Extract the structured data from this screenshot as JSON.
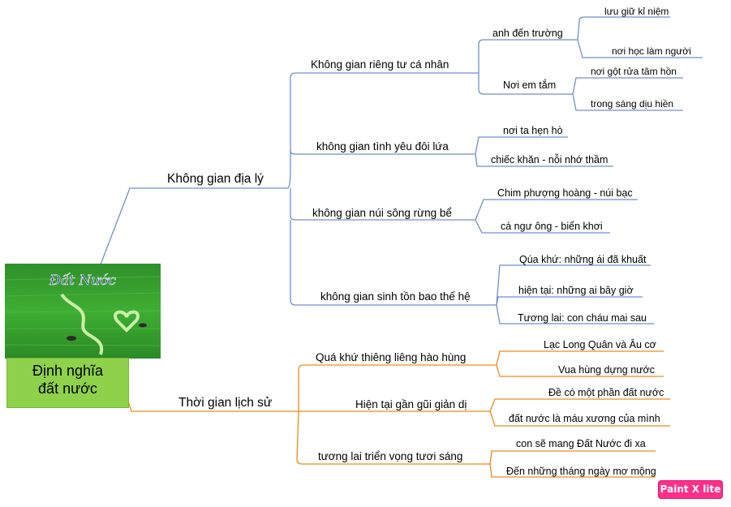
{
  "central": {
    "photo_caption": "Đất Nước",
    "title_line1": "Định nghĩa",
    "title_line2": "đất nước"
  },
  "branches": {
    "space": {
      "label": "Không gian địa lý",
      "children": [
        {
          "label": "Không gian riêng tư cá nhân",
          "children": [
            {
              "label": "anh đến trường",
              "children": [
                "lưu giữ kỉ niệm",
                "nơi học làm người"
              ]
            },
            {
              "label": "Nơi em tắm",
              "children": [
                "nơi gột rửa tâm hồn",
                "trong sáng dịu hiền"
              ]
            }
          ]
        },
        {
          "label": "không gian tình yêu đôi lứa",
          "children": [
            "nơi ta hẹn hò",
            "chiếc khăn - nỗi nhớ thầm"
          ]
        },
        {
          "label": "không gian núi sông rừng bể",
          "children": [
            "Chim phượng hoàng - núi bạc",
            "cá ngư ông - biển khơi"
          ]
        },
        {
          "label": "không gian sinh tồn bao thế hệ",
          "children": [
            "Qúa khứ: những ái đã khuất",
            "hiện tại: những ai bây giờ",
            "Tương lai: con cháu mai sau"
          ]
        }
      ]
    },
    "time": {
      "label": "Thời gian lịch sử",
      "children": [
        {
          "label": "Quá khứ thiêng liêng hào hùng",
          "children": [
            "Lạc Long Quân và Âu cơ",
            "Vua hùng dựng nước"
          ]
        },
        {
          "label": "Hiện tại gần gũi giản dị",
          "children": [
            "Đề có một phần đất nước",
            "đất nước là máu xương của mình"
          ]
        },
        {
          "label": "tương lai triển vọng tươi sáng",
          "children": [
            "con sẽ mang Đất Nước đi xa",
            "Đến những tháng ngày mơ mộng"
          ]
        }
      ]
    }
  },
  "colors": {
    "space_branch": "#6f8fcf",
    "time_branch": "#f08a1c",
    "central_box": "#8ed14a",
    "badge": "#ff2f8a"
  },
  "watermark": "Paint X lite"
}
